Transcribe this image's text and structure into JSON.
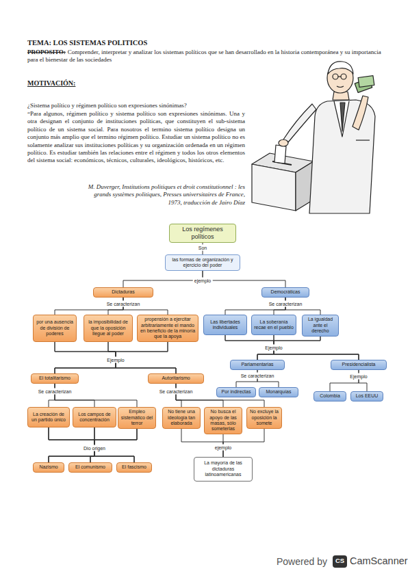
{
  "diagram": {
    "title": "TEMA: LOS SISTEMAS POLITICOS",
    "nodes": [
      {
        "text": [
          "Los regímenes políticos"
        ]
      },
      {
        "text": [
          "las formas de organización y ejercicio del poder"
        ]
      },
      {
        "text": [
          "Dictaduras"
        ]
      },
      {
        "text": [
          "Democráticas"
        ]
      },
      {
        "text": [
          "por una ausencia de división de poderes"
        ]
      },
      {
        "text": [
          "la imposibilidad de que la oposición llegue al poder"
        ]
      },
      {
        "text": [
          "propensión a ejercitar arbitrariamente el mando en beneficio de la minoría que la apoya"
        ]
      },
      {
        "text": [
          "Las libertades individuales"
        ]
      },
      {
        "text": [
          "La soberanía recae en el pueblo"
        ]
      },
      {
        "text": [
          "La igualdad ante el derecho"
        ]
      },
      {
        "text": [
          "El totalitarismo"
        ]
      },
      {
        "text": [
          "Autoritarismo"
        ]
      },
      {
        "text": [
          "Parlamentarias"
        ]
      },
      {
        "text": [
          "Presidencialista"
        ]
      },
      {
        "text": [
          "La creación de un partido único"
        ]
      },
      {
        "text": [
          "Los campos de concentración"
        ]
      },
      {
        "text": [
          "Empleo sistemático del terror"
        ]
      },
      {
        "text": [
          "No tiene una ideología tan elaborada"
        ]
      },
      {
        "text": [
          "No busca el apoyo de las masas, sólo someterlas"
        ]
      },
      {
        "text": [
          "No excluye la oposición la somete"
        ]
      },
      {
        "text": [
          "Por indirectas"
        ]
      },
      {
        "text": [
          "Monarquías"
        ]
      },
      {
        "text": [
          "Colombia"
        ]
      },
      {
        "text": [
          "Los EEUU"
        ]
      },
      {
        "text": [
          "Nazismo"
        ]
      },
      {
        "text": [
          "El comunismo"
        ]
      },
      {
        "text": [
          "El fascismo"
        ]
      },
      {
        "text": [
          "La mayoría de las dictaduras latinoamericanas"
        ]
      }
    ],
    "edges": [
      {
        "from": 0,
        "to": 1,
        "label": "Son",
        "arrow": "none"
      },
      {
        "from": 1,
        "to": 2,
        "label": "ejemplo",
        "arrow": "none"
      },
      {
        "from": 1,
        "to": 3,
        "arrow": "none"
      },
      {
        "from": 2,
        "to": 4,
        "label": "Se caracterizan",
        "arrow": "none"
      },
      {
        "from": 2,
        "to": 5,
        "arrow": "none"
      },
      {
        "from": 2,
        "to": 6,
        "arrow": "none"
      },
      {
        "from": 3,
        "to": 7,
        "label": "Se caracterizan",
        "arrow": "none"
      },
      {
        "from": 3,
        "to": 8,
        "arrow": "none"
      },
      {
        "from": 3,
        "to": 9,
        "arrow": "none"
      },
      {
        "from": 4,
        "to": 10,
        "label": "Ejemplo",
        "arrow": "none"
      },
      {
        "from": 4,
        "to": 11,
        "arrow": "none"
      },
      {
        "from": 5,
        "to": 10,
        "arrow": "none"
      },
      {
        "from": 5,
        "to": 11,
        "arrow": "none"
      },
      {
        "from": 6,
        "to": 10,
        "arrow": "none"
      },
      {
        "from": 6,
        "to": 11,
        "arrow": "none"
      },
      {
        "from": 7,
        "to": 12,
        "label": "Ejemplo",
        "arrow": "none"
      },
      {
        "from": 7,
        "to": 13,
        "arrow": "none"
      },
      {
        "from": 8,
        "to": 12,
        "arrow": "none"
      },
      {
        "from": 8,
        "to": 13,
        "arrow": "none"
      },
      {
        "from": 9,
        "to": 12,
        "arrow": "none"
      },
      {
        "from": 9,
        "to": 13,
        "arrow": "none"
      },
      {
        "from": 10,
        "to": 14,
        "label": "Se caracterizan",
        "arrow": "none"
      },
      {
        "from": 10,
        "to": 15,
        "arrow": "none"
      },
      {
        "from": 10,
        "to": 16,
        "arrow": "none"
      },
      {
        "from": 11,
        "to": 17,
        "label": "Se caracterizan",
        "arrow": "none"
      },
      {
        "from": 11,
        "to": 18,
        "arrow": "none"
      },
      {
        "from": 11,
        "to": 19,
        "arrow": "none"
      },
      {
        "from": 12,
        "to": 20,
        "label": "Se caracterizan",
        "arrow": "none"
      },
      {
        "from": 12,
        "to": 21,
        "arrow": "none"
      },
      {
        "from": 13,
        "to": 22,
        "label": "Ejemplo",
        "arrow": "none"
      },
      {
        "from": 13,
        "to": 23,
        "arrow": "none"
      },
      {
        "from": 14,
        "to": 24,
        "label": "Dio origen",
        "arrow": "none"
      },
      {
        "from": 14,
        "to": 25,
        "arrow": "none"
      },
      {
        "from": 14,
        "to": 26,
        "arrow": "none"
      },
      {
        "from": 15,
        "to": 24,
        "arrow": "none"
      },
      {
        "from": 15,
        "to": 25,
        "arrow": "none"
      },
      {
        "from": 15,
        "to": 26,
        "arrow": "none"
      },
      {
        "from": 16,
        "to": 24,
        "arrow": "none"
      },
      {
        "from": 16,
        "to": 25,
        "arrow": "none"
      },
      {
        "from": 16,
        "to": 26,
        "arrow": "none"
      },
      {
        "from": 17,
        "to": 27,
        "label": "ejemplo",
        "arrow": "none"
      },
      {
        "from": 18,
        "to": 27,
        "arrow": "none"
      },
      {
        "from": 19,
        "to": 27,
        "arrow": "none"
      }
    ],
    "labels": [
      "PROPOSITO:",
      "Comprender, interpretar y analizar los sistemas políticos que se han desarrollado en la historia contemporánea y su importancia para el bienestar de las sociedades",
      "MOTIVACIÓN:",
      "¿Sistema político y régimen político son expresiones sinónimas?",
      "“Para algunos, régimen político y sistema político son expresiones sinónimas. Una y otra designan el conjunto de instituciones políticas, que constituyen el sub-sistema político de un sistema social. Para nosotros el termino sistema político designa un conjunto más amplio que el termino régimen político. Estudiar un sistema político no es solamente analizar sus instituciones políticas y su organización ordenada en un régimen político. Es estudiar también las relaciones entre el régimen y todos los otros elementos del sistema social: económicos, técnicos, culturales, ideológicos, históricos, etc.",
      "M. Duverger, Institutions politiques et droit constitutionnel : les grands systèmes politiques, Presses universitaires de France, 1973, traducción de Jairo Díaz",
      "Powered by",
      "CS",
      "CamScanner"
    ]
  }
}
